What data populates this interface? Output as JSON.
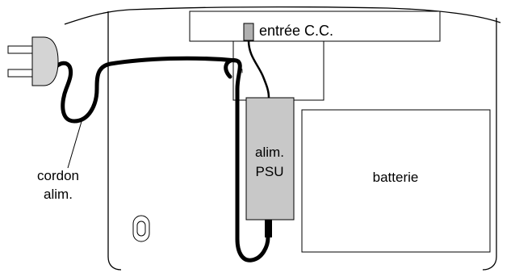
{
  "labels": {
    "dc_input": "entrée C.C.",
    "psu_line1": "alim.",
    "psu_line2": "PSU",
    "battery": "batterie",
    "cord_line1": "cordon",
    "cord_line2": "alim."
  },
  "colors": {
    "outline": "#000000",
    "psu_fill": "#c8c8c8",
    "plug_fill": "#d4d4d4",
    "connector_fill": "#b0b0b0",
    "background": "#ffffff"
  }
}
